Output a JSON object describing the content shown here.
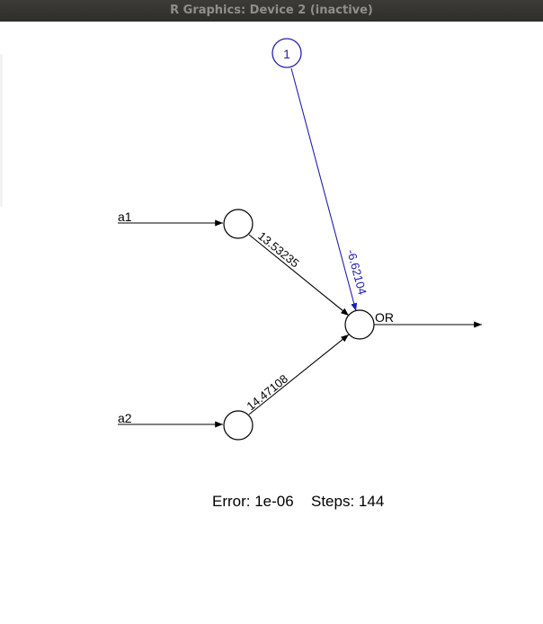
{
  "window": {
    "title": "R Graphics: Device 2 (inactive)"
  },
  "network": {
    "bias_node_label": "1",
    "input_labels": [
      "a1",
      "a2"
    ],
    "output_label": "OR",
    "weights": {
      "a1_to_output": "13.53235",
      "a2_to_output": "14.47108",
      "bias_to_output": "-6.62104"
    },
    "colors": {
      "main": "#000000",
      "bias": "#2020b0"
    }
  },
  "footer": {
    "error_text": "Error: 1e-06",
    "steps_text": "Steps: 144"
  }
}
